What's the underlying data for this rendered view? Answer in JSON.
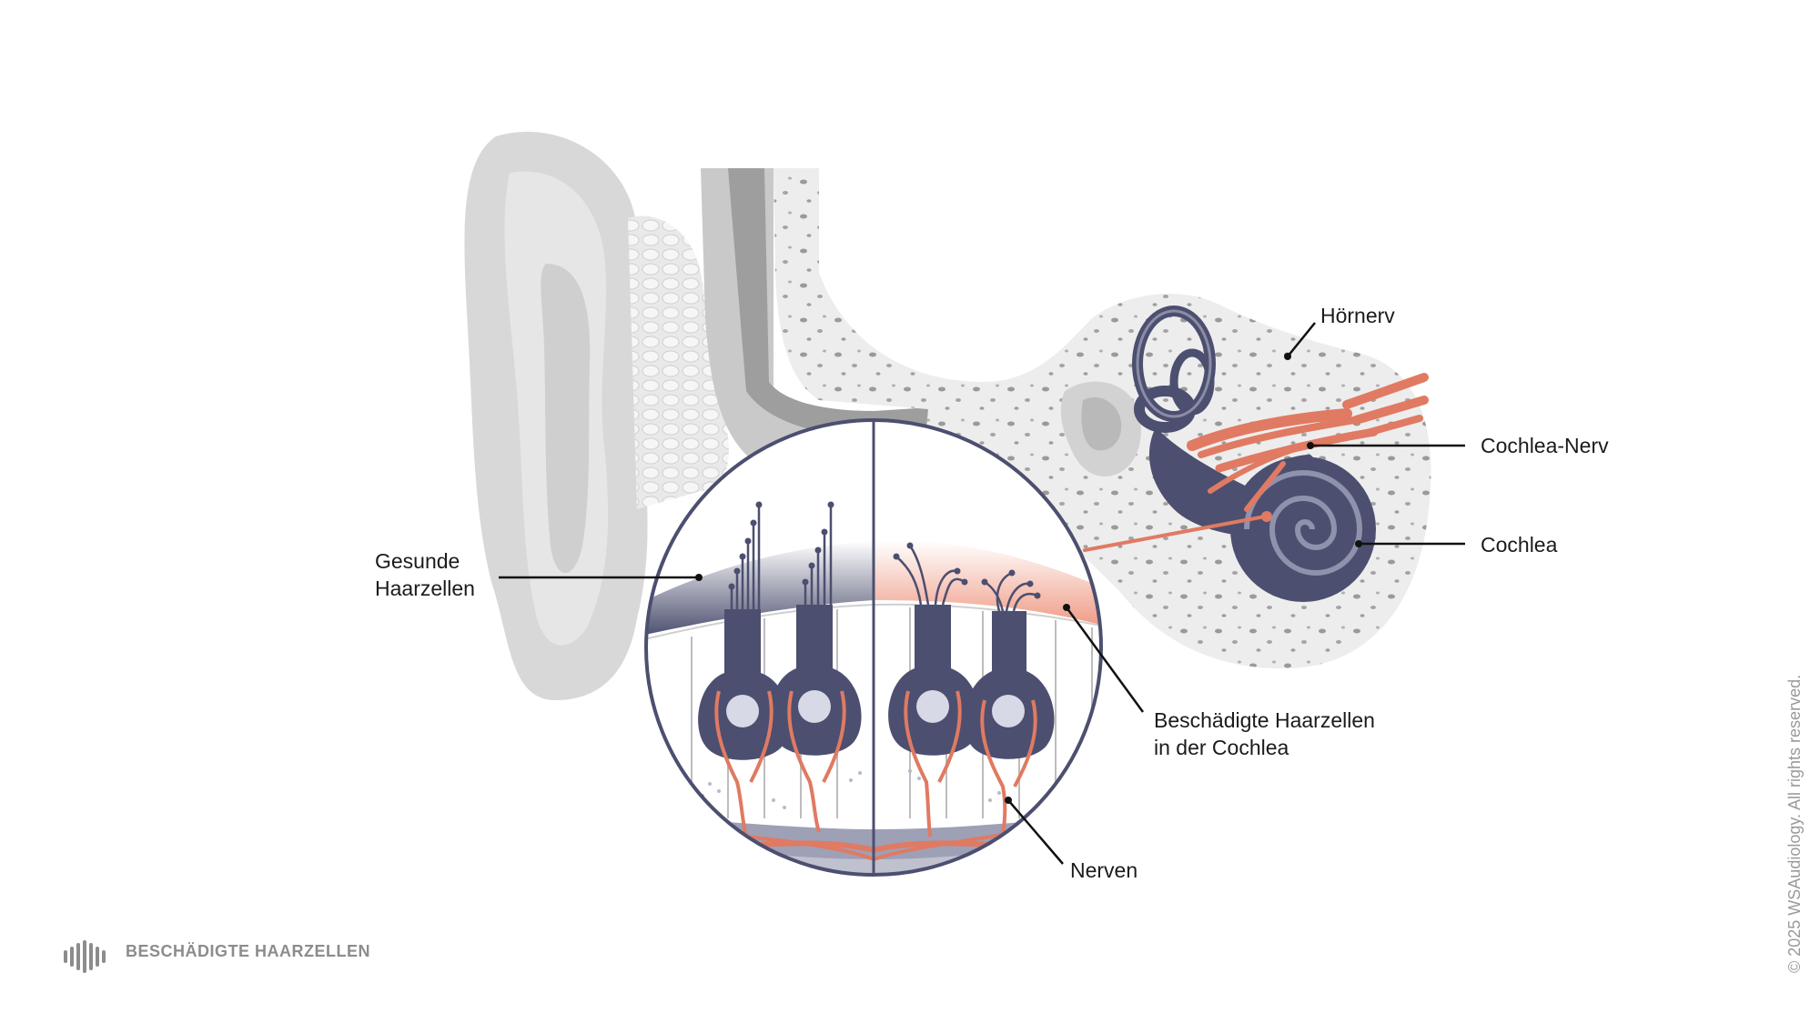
{
  "labels": {
    "healthy_line1": "Gesunde",
    "healthy_line2": "Haarzellen",
    "auditory_nerve": "Hörnerv",
    "cochlear_nerve": "Cochlea-Nerv",
    "cochlea": "Cochlea",
    "damaged_line1": "Beschädigte Haarzellen",
    "damaged_line2": "in der Cochlea",
    "nerves": "Nerven"
  },
  "footer": {
    "title": "BESCHÄDIGTE HAARZELLEN",
    "logo_icon": "waveform-icon"
  },
  "copyright": "© 2025 WSAudiology. All rights reserved.",
  "colors": {
    "ear": "#d6d6d6",
    "bone": "#ececec",
    "cell": "#4c4f6f",
    "nerve": "#e07a62",
    "damaged_tint": "#f1a995",
    "leader": "#111111"
  }
}
